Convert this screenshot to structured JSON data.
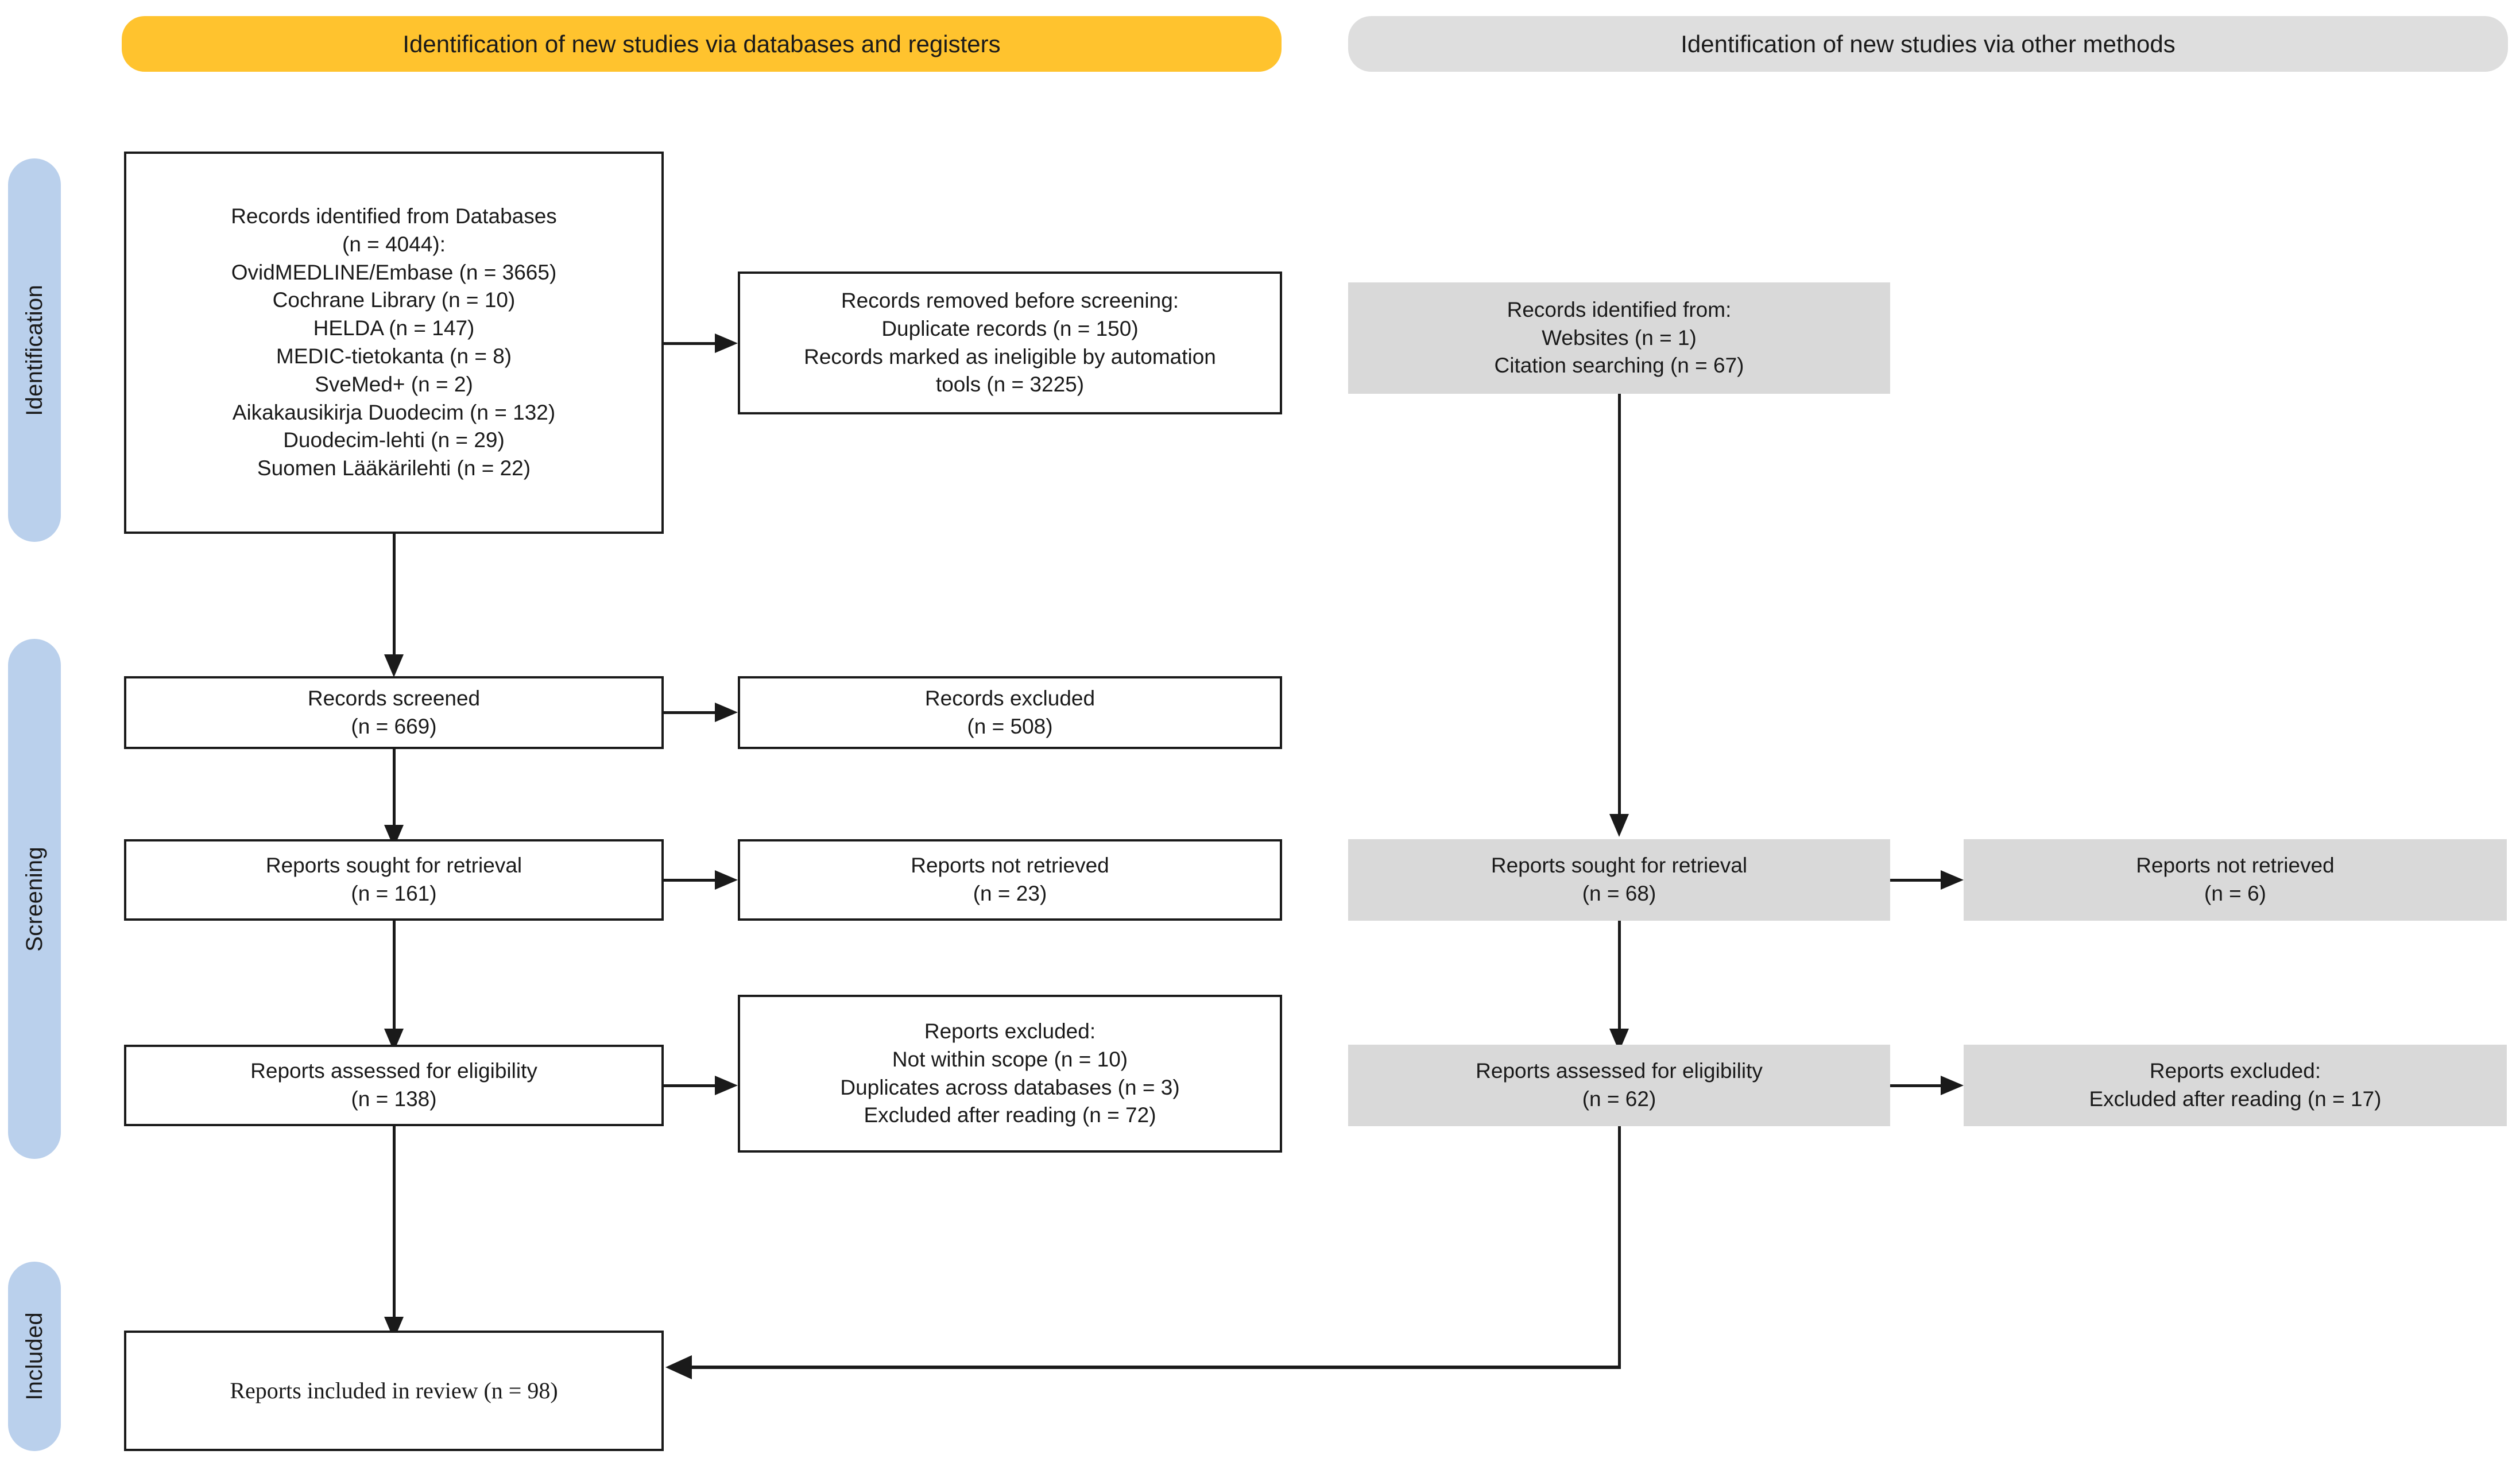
{
  "diagram": {
    "type": "prisma-flow-diagram",
    "colors": {
      "identification_banner": "#ffc32e",
      "other_methods_banner": "#dedede",
      "phase_tab": "#bad0ec",
      "filled_box": "#d9d9d9",
      "outline": "#1a1a1a"
    },
    "phases": [
      {
        "label": "Identification"
      },
      {
        "label": "Screening"
      },
      {
        "label": "Included"
      }
    ],
    "banners": {
      "databases": "Identification of new studies via databases and registers",
      "other_methods": "Identification of new studies via other methods"
    },
    "databases_column": {
      "records_identified": "Records identified from Databases\n(n = 4044):\nOvidMEDLINE/Embase (n = 3665)\nCochrane Library (n = 10)\nHELDA (n = 147)\nMEDIC-tietokanta (n = 8)\nSveMed+ (n = 2)\nAikakausikirja Duodecim (n = 132)\nDuodecim-lehti (n = 29)\nSuomen Lääkärilehti (n = 22)",
      "records_removed": "Records removed before screening:\nDuplicate records (n = 150)\nRecords marked as ineligible by automation\ntools (n = 3225)",
      "records_screened": "Records screened\n(n = 669)",
      "records_excluded": "Records excluded\n(n = 508)",
      "reports_sought": "Reports sought for retrieval\n(n = 161)",
      "reports_not_retrieved": "Reports not retrieved\n(n = 23)",
      "reports_assessed": "Reports assessed for eligibility\n(n = 138)",
      "reports_excluded": "Reports excluded:\nNot within scope (n = 10)\nDuplicates across databases (n = 3)\nExcluded after reading (n = 72)"
    },
    "other_methods_column": {
      "records_identified": "Records identified from:\nWebsites (n = 1)\nCitation searching (n = 67)",
      "reports_sought": "Reports sought for retrieval\n(n = 68)",
      "reports_not_retrieved": "Reports not retrieved\n(n = 6)",
      "reports_assessed": "Reports assessed for eligibility\n(n = 62)",
      "reports_excluded": "Reports excluded:\nExcluded after reading (n = 17)"
    },
    "included": {
      "reports_included": "Reports included in review (n = 98)"
    }
  },
  "chart_data": {
    "type": "table",
    "title": "PRISMA 2020 flow diagram for new systematic reviews which included searches of databases, registers and other sources",
    "nodes": [
      {
        "id": "db_identified",
        "stage": "Identification",
        "source": "databases",
        "label": "Records identified from Databases",
        "n": 4044,
        "breakdown": [
          {
            "name": "OvidMEDLINE/Embase",
            "n": 3665
          },
          {
            "name": "Cochrane Library",
            "n": 10
          },
          {
            "name": "HELDA",
            "n": 147
          },
          {
            "name": "MEDIC-tietokanta",
            "n": 8
          },
          {
            "name": "SveMed+",
            "n": 2
          },
          {
            "name": "Aikakausikirja Duodecim",
            "n": 132
          },
          {
            "name": "Duodecim-lehti",
            "n": 29
          },
          {
            "name": "Suomen Lääkärilehti",
            "n": 22
          }
        ]
      },
      {
        "id": "db_removed",
        "stage": "Identification",
        "source": "databases",
        "label": "Records removed before screening",
        "breakdown": [
          {
            "name": "Duplicate records",
            "n": 150
          },
          {
            "name": "Records marked as ineligible by automation tools",
            "n": 3225
          }
        ]
      },
      {
        "id": "db_screened",
        "stage": "Screening",
        "source": "databases",
        "label": "Records screened",
        "n": 669
      },
      {
        "id": "db_excluded",
        "stage": "Screening",
        "source": "databases",
        "label": "Records excluded",
        "n": 508
      },
      {
        "id": "db_sought",
        "stage": "Screening",
        "source": "databases",
        "label": "Reports sought for retrieval",
        "n": 161
      },
      {
        "id": "db_not_retrieved",
        "stage": "Screening",
        "source": "databases",
        "label": "Reports not retrieved",
        "n": 23
      },
      {
        "id": "db_assessed",
        "stage": "Screening",
        "source": "databases",
        "label": "Reports assessed for eligibility",
        "n": 138
      },
      {
        "id": "db_reports_excluded",
        "stage": "Screening",
        "source": "databases",
        "label": "Reports excluded",
        "breakdown": [
          {
            "name": "Not within scope",
            "n": 10
          },
          {
            "name": "Duplicates across databases",
            "n": 3
          },
          {
            "name": "Excluded after reading",
            "n": 72
          }
        ]
      },
      {
        "id": "om_identified",
        "stage": "Identification",
        "source": "other",
        "label": "Records identified from",
        "breakdown": [
          {
            "name": "Websites",
            "n": 1
          },
          {
            "name": "Citation searching",
            "n": 67
          }
        ]
      },
      {
        "id": "om_sought",
        "stage": "Screening",
        "source": "other",
        "label": "Reports sought for retrieval",
        "n": 68
      },
      {
        "id": "om_not_retrieved",
        "stage": "Screening",
        "source": "other",
        "label": "Reports not retrieved",
        "n": 6
      },
      {
        "id": "om_assessed",
        "stage": "Screening",
        "source": "other",
        "label": "Reports assessed for eligibility",
        "n": 62
      },
      {
        "id": "om_reports_excluded",
        "stage": "Screening",
        "source": "other",
        "label": "Reports excluded",
        "breakdown": [
          {
            "name": "Excluded after reading",
            "n": 17
          }
        ]
      },
      {
        "id": "included",
        "stage": "Included",
        "source": "both",
        "label": "Reports included in review",
        "n": 98
      }
    ],
    "edges": [
      {
        "from": "db_identified",
        "to": "db_removed"
      },
      {
        "from": "db_identified",
        "to": "db_screened"
      },
      {
        "from": "db_screened",
        "to": "db_excluded"
      },
      {
        "from": "db_screened",
        "to": "db_sought"
      },
      {
        "from": "db_sought",
        "to": "db_not_retrieved"
      },
      {
        "from": "db_sought",
        "to": "db_assessed"
      },
      {
        "from": "db_assessed",
        "to": "db_reports_excluded"
      },
      {
        "from": "db_assessed",
        "to": "included"
      },
      {
        "from": "om_identified",
        "to": "om_sought"
      },
      {
        "from": "om_sought",
        "to": "om_not_retrieved"
      },
      {
        "from": "om_sought",
        "to": "om_assessed"
      },
      {
        "from": "om_assessed",
        "to": "om_reports_excluded"
      },
      {
        "from": "om_assessed",
        "to": "included"
      }
    ]
  }
}
